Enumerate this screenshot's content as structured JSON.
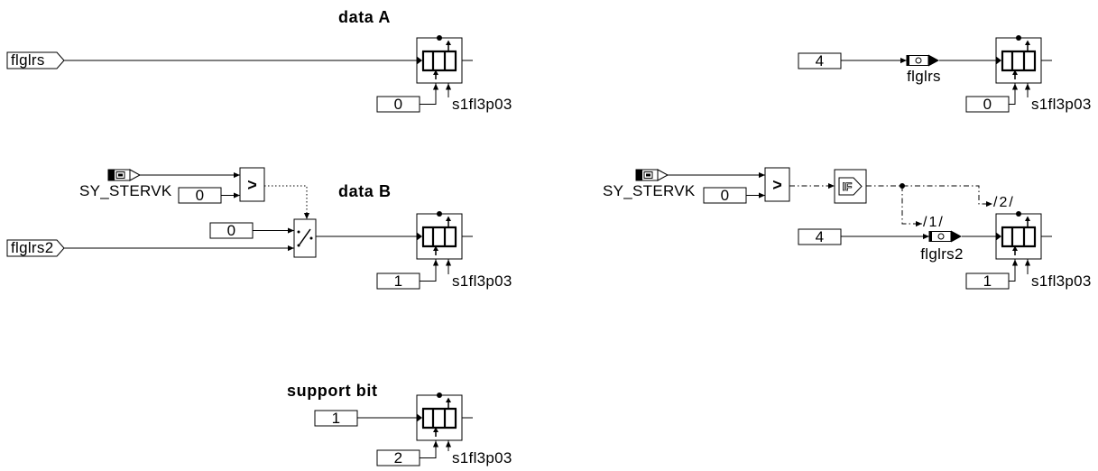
{
  "titles": {
    "data_a": "data A",
    "data_b": "data B",
    "support_bit": "support bit"
  },
  "data_a": {
    "input_port": "flglrs",
    "index_value": "0",
    "parameter": "s1fl3p03"
  },
  "data_b": {
    "message": "SY_STERVK",
    "compare_operator": ">",
    "compare_value": "0",
    "switch_value": "0",
    "input_port": "flglrs2",
    "index_value": "1",
    "parameter": "s1fl3p03"
  },
  "support_bit": {
    "value": "1",
    "index_value": "2",
    "parameter": "s1fl3p03"
  },
  "right_top": {
    "value": "4",
    "message": "flglrs",
    "index_value": "0",
    "parameter": "s1fl3p03"
  },
  "right_middle": {
    "message": "SY_STERVK",
    "compare_operator": ">",
    "compare_value": "0",
    "if_label": "IF",
    "sequence_1": "/1/",
    "sequence_2": "/2/",
    "value": "4",
    "message_out": "flglrs2",
    "index_value": "1",
    "parameter": "s1fl3p03"
  },
  "colors": {
    "line": "#000000",
    "background": "#ffffff"
  }
}
